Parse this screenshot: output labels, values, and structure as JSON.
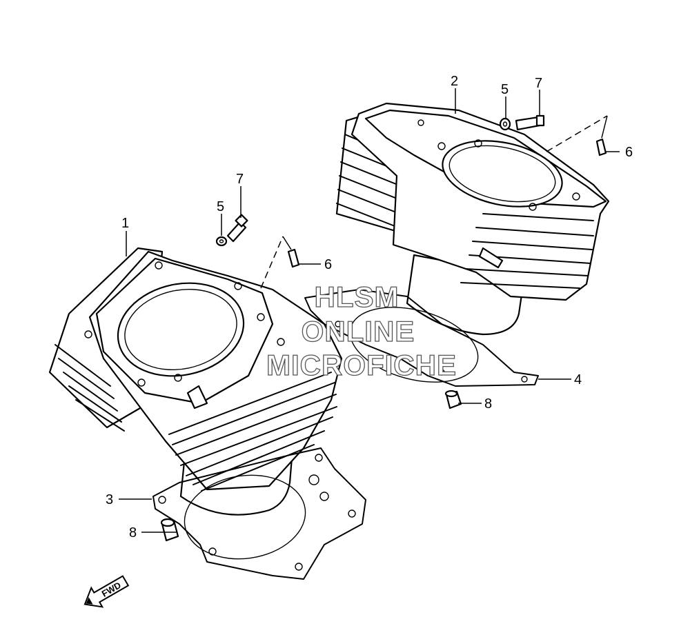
{
  "diagram": {
    "callouts": [
      {
        "id": "c1",
        "text": "1"
      },
      {
        "id": "c2",
        "text": "2"
      },
      {
        "id": "c3",
        "text": "3"
      },
      {
        "id": "c4",
        "text": "4"
      },
      {
        "id": "c5a",
        "text": "5"
      },
      {
        "id": "c5b",
        "text": "5"
      },
      {
        "id": "c6a",
        "text": "6"
      },
      {
        "id": "c6b",
        "text": "6"
      },
      {
        "id": "c7a",
        "text": "7"
      },
      {
        "id": "c7b",
        "text": "7"
      },
      {
        "id": "c8a",
        "text": "8"
      },
      {
        "id": "c8b",
        "text": "8"
      }
    ],
    "watermark": {
      "line1": "HLSM",
      "line2": "ONLINE",
      "line3": "MICROFICHE"
    },
    "fwd_label": "FWD"
  }
}
